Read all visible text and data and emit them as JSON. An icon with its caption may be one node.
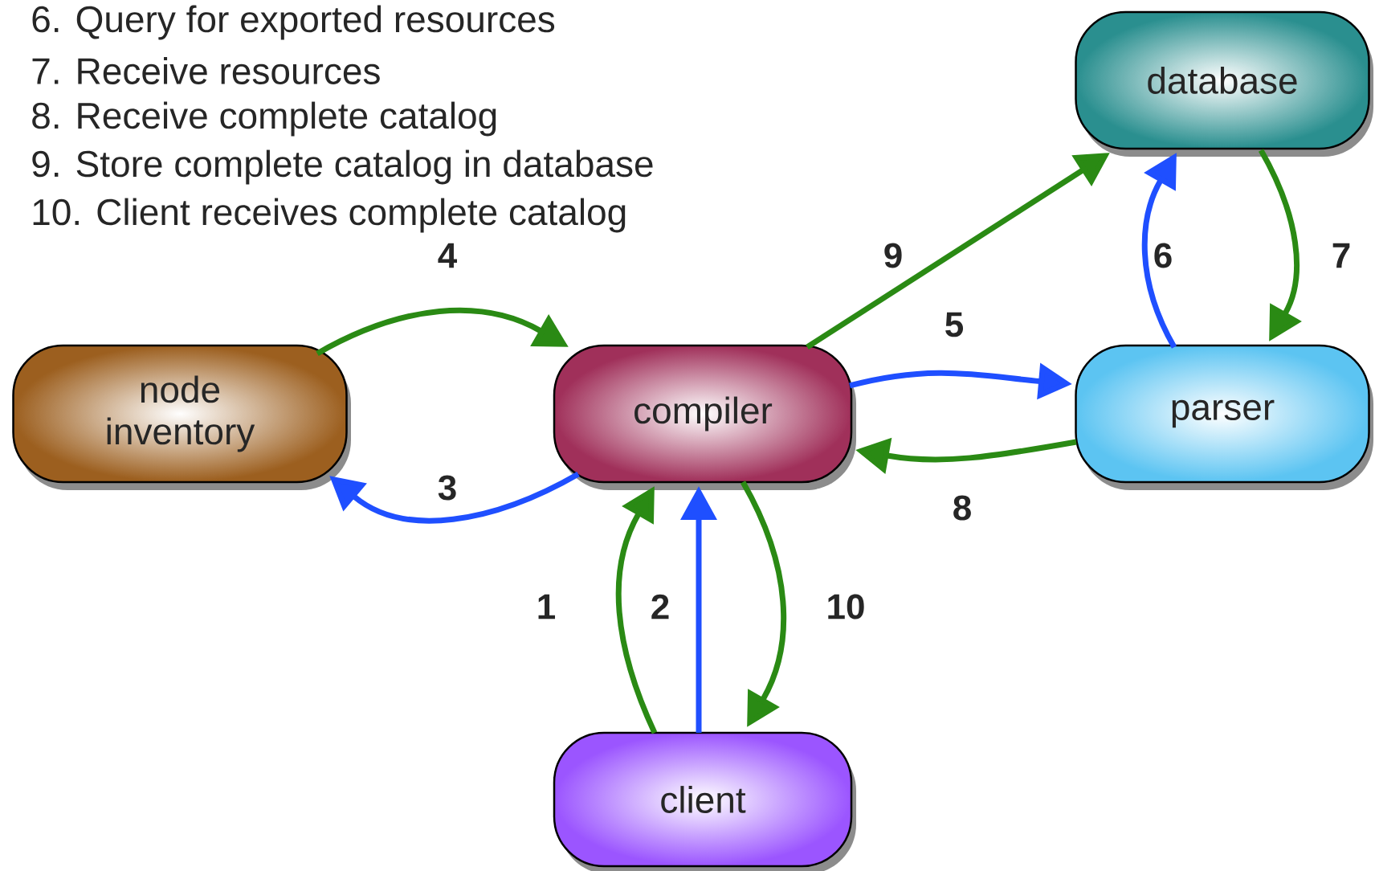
{
  "diagram": {
    "nodes": [
      {
        "text": [
          "node inventory"
        ]
      },
      {
        "text": [
          "compiler"
        ]
      },
      {
        "text": [
          "database"
        ]
      },
      {
        "text": [
          "parser"
        ]
      },
      {
        "text": [
          "client"
        ]
      }
    ],
    "edges": [
      {
        "from": 4,
        "to": 1,
        "arrow": "to",
        "label": "1"
      },
      {
        "from": 4,
        "to": 1,
        "arrow": "to",
        "label": "2",
        "color": "#1f4fff"
      },
      {
        "from": 1,
        "to": 0,
        "arrow": "to",
        "label": "3",
        "color": "#1f4fff"
      },
      {
        "from": 0,
        "to": 1,
        "arrow": "to",
        "label": "4"
      },
      {
        "from": 1,
        "to": 3,
        "arrow": "to",
        "label": "5",
        "color": "#1f4fff"
      },
      {
        "from": 3,
        "to": 2,
        "arrow": "to",
        "label": "6",
        "color": "#1f4fff"
      },
      {
        "from": 2,
        "to": 3,
        "arrow": "to",
        "label": "7"
      },
      {
        "from": 3,
        "to": 1,
        "arrow": "to",
        "label": "8"
      },
      {
        "from": 1,
        "to": 2,
        "arrow": "to",
        "label": "9"
      },
      {
        "from": 1,
        "to": 4,
        "arrow": "to",
        "label": "10"
      }
    ],
    "labels": [
      "6. Query for exported resources",
      "7. Receive resources",
      "8. Receive complete catalog",
      "9. Store complete catalog in database",
      "10. Client receives complete catalog"
    ]
  }
}
